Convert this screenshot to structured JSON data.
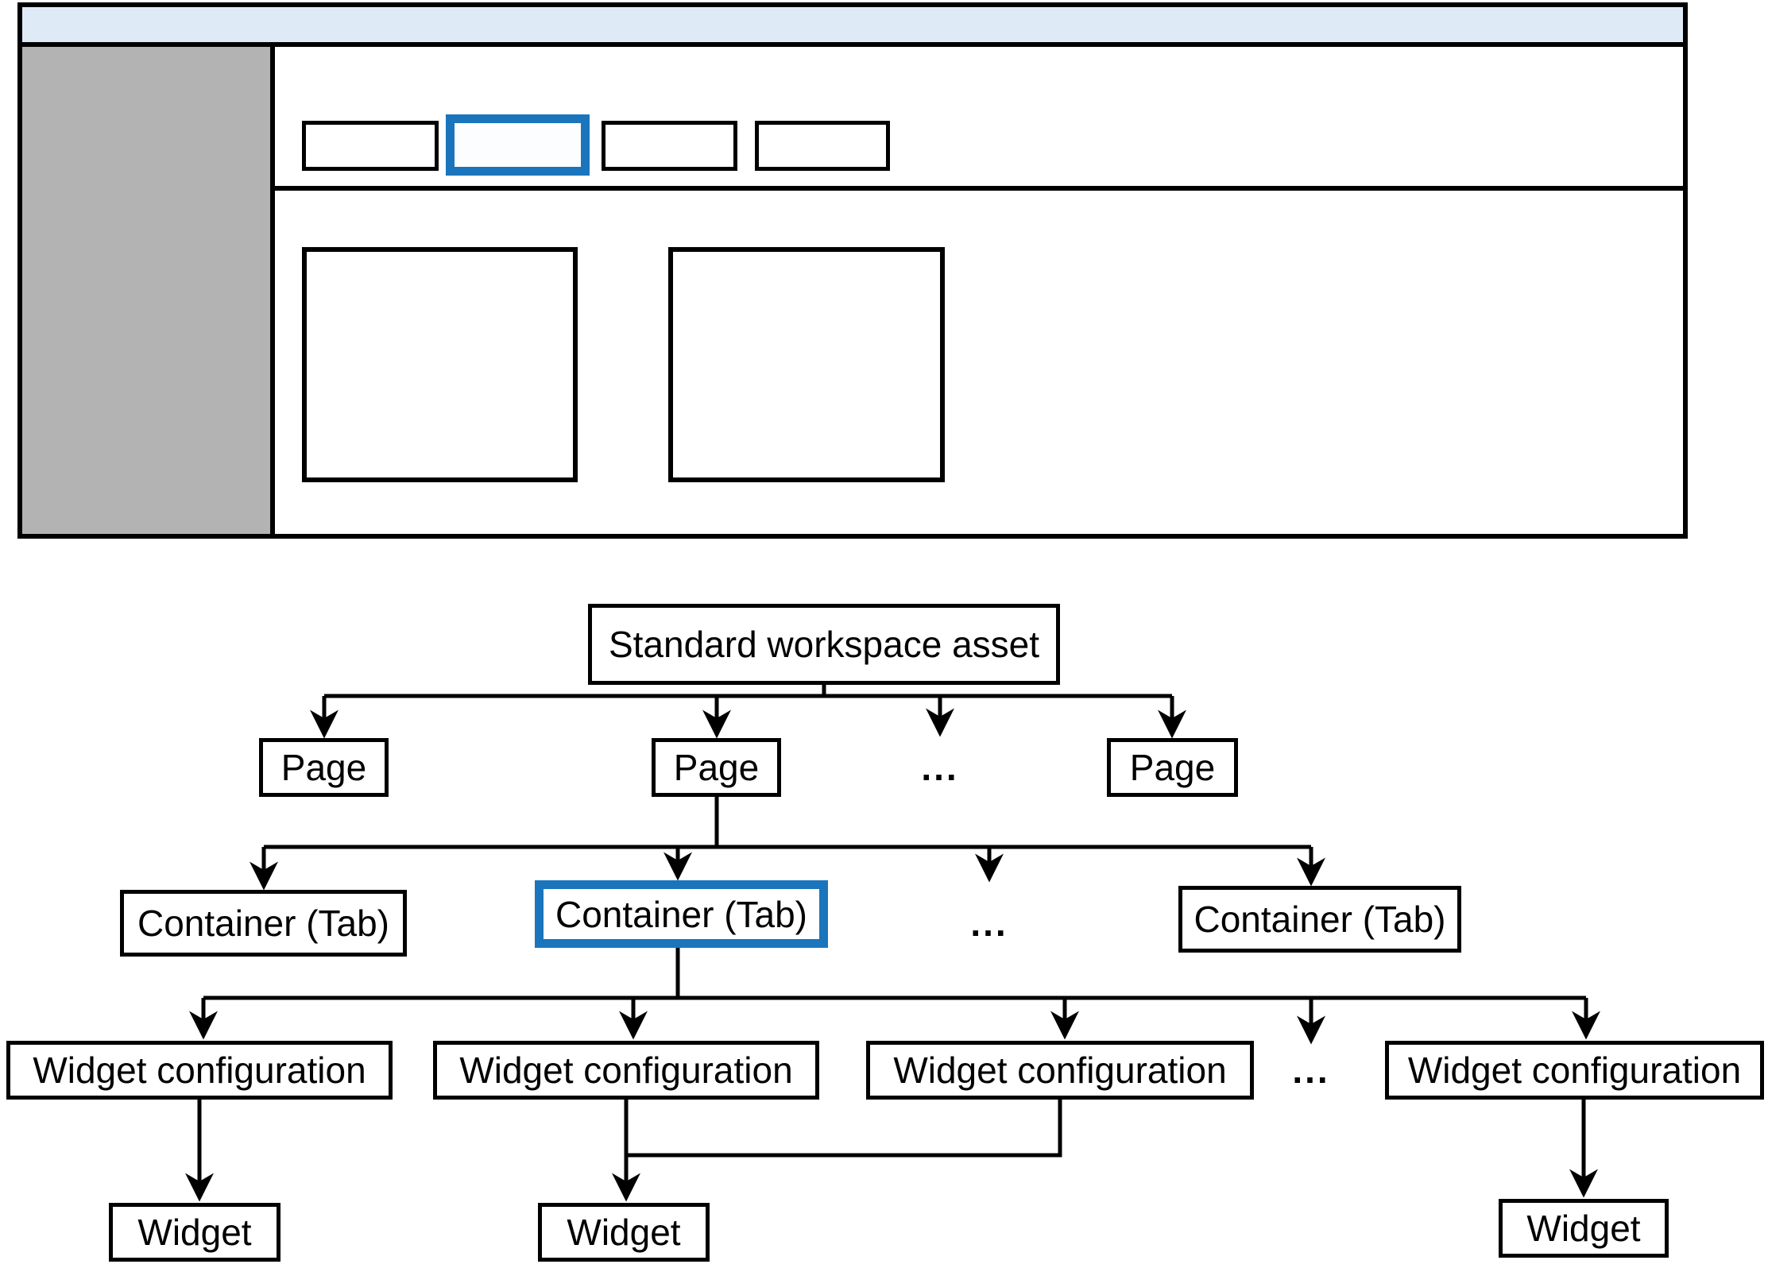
{
  "figure": {
    "top_section": "wireframe of a workspace page layout",
    "bottom_section": "hierarchy tree of a standard workspace asset"
  },
  "colors": {
    "accent_blue": "#1b75bc",
    "header_fill": "#dfeaf7",
    "sidebar_fill": "#b3b3b3",
    "tab_active_fill": "#fbfdff",
    "line_black": "#000000"
  },
  "wireframe": {
    "tab_count": 4,
    "active_tab_index": 2,
    "widget_placeholder_count": 2
  },
  "diagram": {
    "labels": {
      "workspace": "Standard workspace asset",
      "page": "Page",
      "container": "Container (Tab)",
      "widget_configuration": "Widget configuration",
      "widget": "Widget",
      "ellipsis": "..."
    },
    "structure": {
      "root": "Standard workspace asset",
      "level_order": [
        "Standard workspace asset",
        "Page",
        "Container (Tab)",
        "Widget configuration",
        "Widget"
      ],
      "pages_shown": 3,
      "containers_shown": 3,
      "widget_configurations_shown": 4,
      "widgets_shown": 3,
      "highlighted_node": "Container (Tab)"
    }
  }
}
